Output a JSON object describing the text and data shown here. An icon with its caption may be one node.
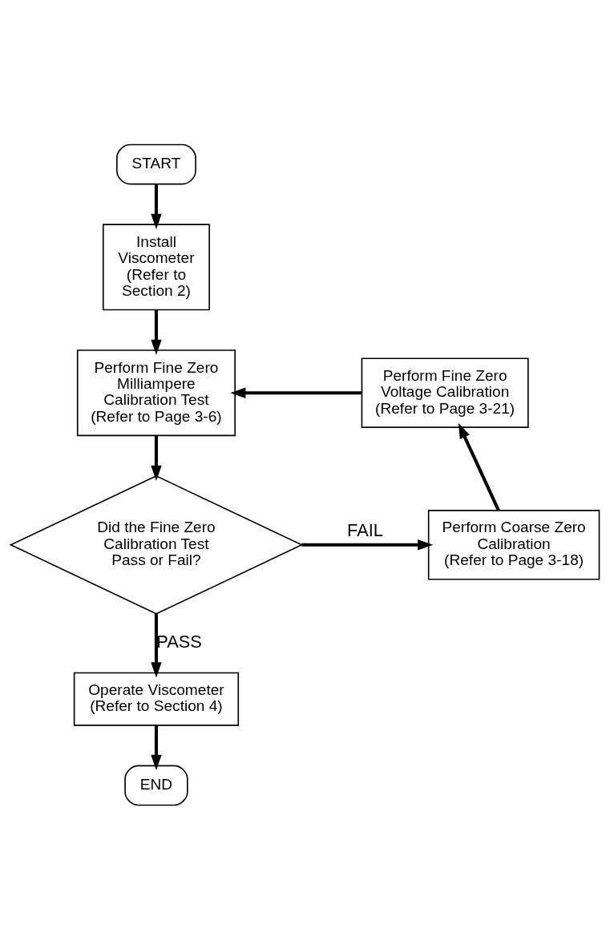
{
  "diagram": {
    "nodes": [
      {
        "text": [
          "START"
        ]
      },
      {
        "text": [
          "Install Viscometer",
          "(Refer to Section 2)"
        ]
      },
      {
        "text": [
          "Perform Fine Zero Milliampere Calibration Test",
          "(Refer to Page 3-6)"
        ]
      },
      {
        "text": [
          "Did the Fine Zero Calibration Test Pass or Fail?"
        ]
      },
      {
        "text": [
          "Perform Coarse Zero Calibration",
          "(Refer to Page 3-18)"
        ]
      },
      {
        "text": [
          "Perform Fine Zero Voltage Calibration",
          "(Refer to Page 3-21)"
        ]
      },
      {
        "text": [
          "Operate Viscometer",
          "(Refer to Section 4)"
        ]
      },
      {
        "text": [
          "END"
        ]
      }
    ],
    "edges": [
      {
        "from": 0,
        "to": 1,
        "arrow": "to"
      },
      {
        "from": 1,
        "to": 2,
        "arrow": "to"
      },
      {
        "from": 2,
        "to": 3,
        "arrow": "to"
      },
      {
        "from": 3,
        "to": 4,
        "arrow": "to",
        "label": "FAIL"
      },
      {
        "from": 4,
        "to": 5,
        "arrow": "to"
      },
      {
        "from": 5,
        "to": 2,
        "arrow": "to"
      },
      {
        "from": 3,
        "to": 6,
        "arrow": "to",
        "label": "PASS"
      },
      {
        "from": 6,
        "to": 7,
        "arrow": "to"
      }
    ]
  }
}
